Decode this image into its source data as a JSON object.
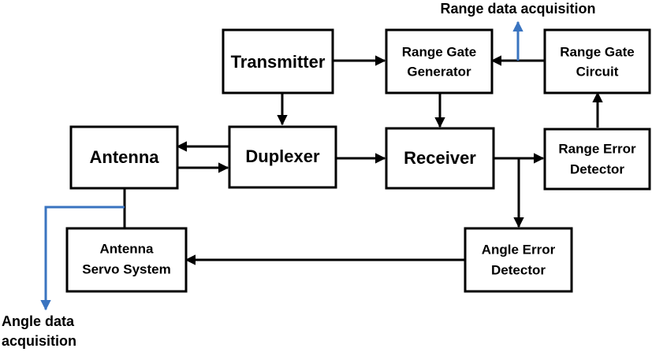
{
  "blocks": {
    "transmitter": {
      "line1": "Transmitter"
    },
    "range_gate_generator": {
      "line1": "Range Gate",
      "line2": "Generator"
    },
    "range_gate_circuit": {
      "line1": "Range Gate",
      "line2": "Circuit"
    },
    "antenna": {
      "line1": "Antenna"
    },
    "duplexer": {
      "line1": "Duplexer"
    },
    "receiver": {
      "line1": "Receiver"
    },
    "range_error_detector": {
      "line1": "Range Error",
      "line2": "Detector"
    },
    "antenna_servo_system": {
      "line1": "Antenna",
      "line2": "Servo System"
    },
    "angle_error_detector": {
      "line1": "Angle Error",
      "line2": "Detector"
    }
  },
  "outputs": {
    "range_data": {
      "line1": "Range data acquisition"
    },
    "angle_data": {
      "line1": "Angle data",
      "line2": "acquisition"
    }
  },
  "colors": {
    "line": "#000000",
    "data_output_line": "#3a74c0"
  }
}
